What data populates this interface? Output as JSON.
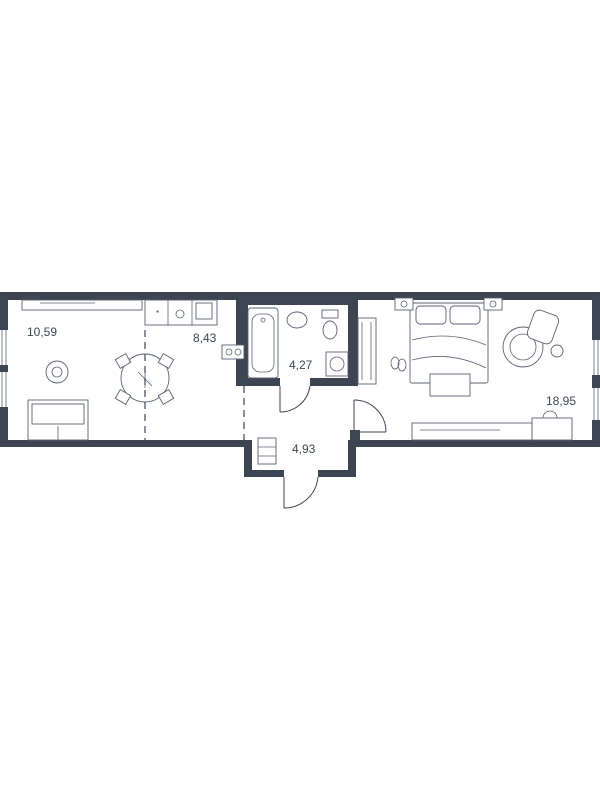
{
  "plan": {
    "wall_color": "#3d4452",
    "rooms": [
      {
        "id": "living",
        "area": "10,59"
      },
      {
        "id": "kitchen",
        "area": "8,43"
      },
      {
        "id": "bathroom",
        "area": "4,27"
      },
      {
        "id": "hallway",
        "area": "4,93"
      },
      {
        "id": "bedroom",
        "area": "18,95"
      }
    ]
  }
}
